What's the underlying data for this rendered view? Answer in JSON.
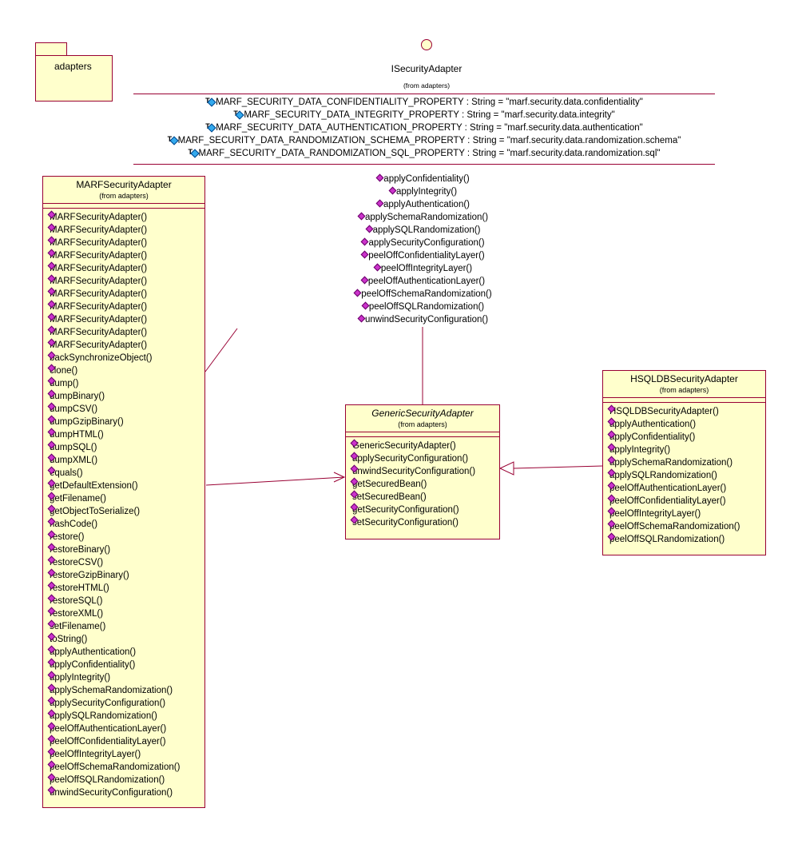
{
  "package": {
    "name": "adapters"
  },
  "interface": {
    "name": "ISecurityAdapter",
    "from": "(from adapters)",
    "attributes": [
      "MARF_SECURITY_DATA_CONFIDENTIALITY_PROPERTY : String = \"marf.security.data.confidentiality\"",
      "MARF_SECURITY_DATA_INTEGRITY_PROPERTY : String = \"marf.security.data.integrity\"",
      "MARF_SECURITY_DATA_AUTHENTICATION_PROPERTY : String = \"marf.security.data.authentication\"",
      "MARF_SECURITY_DATA_RANDOMIZATION_SCHEMA_PROPERTY : String = \"marf.security.data.randomization.schema\"",
      "MARF_SECURITY_DATA_RANDOMIZATION_SQL_PROPERTY : String = \"marf.security.data.randomization.sql\""
    ],
    "attribute_icon": "static-final-attribute-icon",
    "operations": [
      "applyConfidentiality()",
      "applyIntegrity()",
      "applyAuthentication()",
      "applySchemaRandomization()",
      "applySQLRandomization()",
      "applySecurityConfiguration()",
      "peelOffConfidentialityLayer()",
      "peelOffIntegrityLayer()",
      "peelOffAuthenticationLayer()",
      "peelOffSchemaRandomization()",
      "peelOffSQLRandomization()",
      "unwindSecurityConfiguration()"
    ]
  },
  "marf": {
    "name": "MARFSecurityAdapter",
    "from": "(from adapters)",
    "operations": [
      "MARFSecurityAdapter()",
      "MARFSecurityAdapter()",
      "MARFSecurityAdapter()",
      "MARFSecurityAdapter()",
      "MARFSecurityAdapter()",
      "MARFSecurityAdapter()",
      "MARFSecurityAdapter()",
      "MARFSecurityAdapter()",
      "MARFSecurityAdapter()",
      "MARFSecurityAdapter()",
      "MARFSecurityAdapter()",
      "backSynchronizeObject()",
      "clone()",
      "dump()",
      "dumpBinary()",
      "dumpCSV()",
      "dumpGzipBinary()",
      "dumpHTML()",
      "dumpSQL()",
      "dumpXML()",
      "equals()",
      "getDefaultExtension()",
      "getFilename()",
      "getObjectToSerialize()",
      "hashCode()",
      "restore()",
      "restoreBinary()",
      "restoreCSV()",
      "restoreGzipBinary()",
      "restoreHTML()",
      "restoreSQL()",
      "restoreXML()",
      "setFilename()",
      "toString()",
      "applyAuthentication()",
      "applyConfidentiality()",
      "applyIntegrity()",
      "applySchemaRandomization()",
      "applySecurityConfiguration()",
      "applySQLRandomization()",
      "peelOffAuthenticationLayer()",
      "peelOffConfidentialityLayer()",
      "peelOffIntegrityLayer()",
      "peelOffSchemaRandomization()",
      "peelOffSQLRandomization()",
      "unwindSecurityConfiguration()"
    ]
  },
  "generic": {
    "name": "GenericSecurityAdapter",
    "from": "(from adapters)",
    "operations": [
      "GenericSecurityAdapter()",
      "applySecurityConfiguration()",
      "unwindSecurityConfiguration()",
      "getSecuredBean()",
      "setSecuredBean()",
      "getSecurityConfiguration()",
      "setSecurityConfiguration()"
    ]
  },
  "hsqldb": {
    "name": "HSQLDBSecurityAdapter",
    "from": "(from adapters)",
    "operations": [
      "HSQLDBSecurityAdapter()",
      "applyAuthentication()",
      "applyConfidentiality()",
      "applyIntegrity()",
      "applySchemaRandomization()",
      "applySQLRandomization()",
      "peelOffAuthenticationLayer()",
      "peelOffConfidentialityLayer()",
      "peelOffIntegrityLayer()",
      "peelOffSchemaRandomization()",
      "peelOffSQLRandomization()"
    ]
  },
  "colors": {
    "fill": "#ffffcc",
    "border": "#990033",
    "operation_icon": "#cc33cc",
    "attribute_icon": "#33aaee"
  },
  "operation_icon": "public-operation-diamond-icon"
}
